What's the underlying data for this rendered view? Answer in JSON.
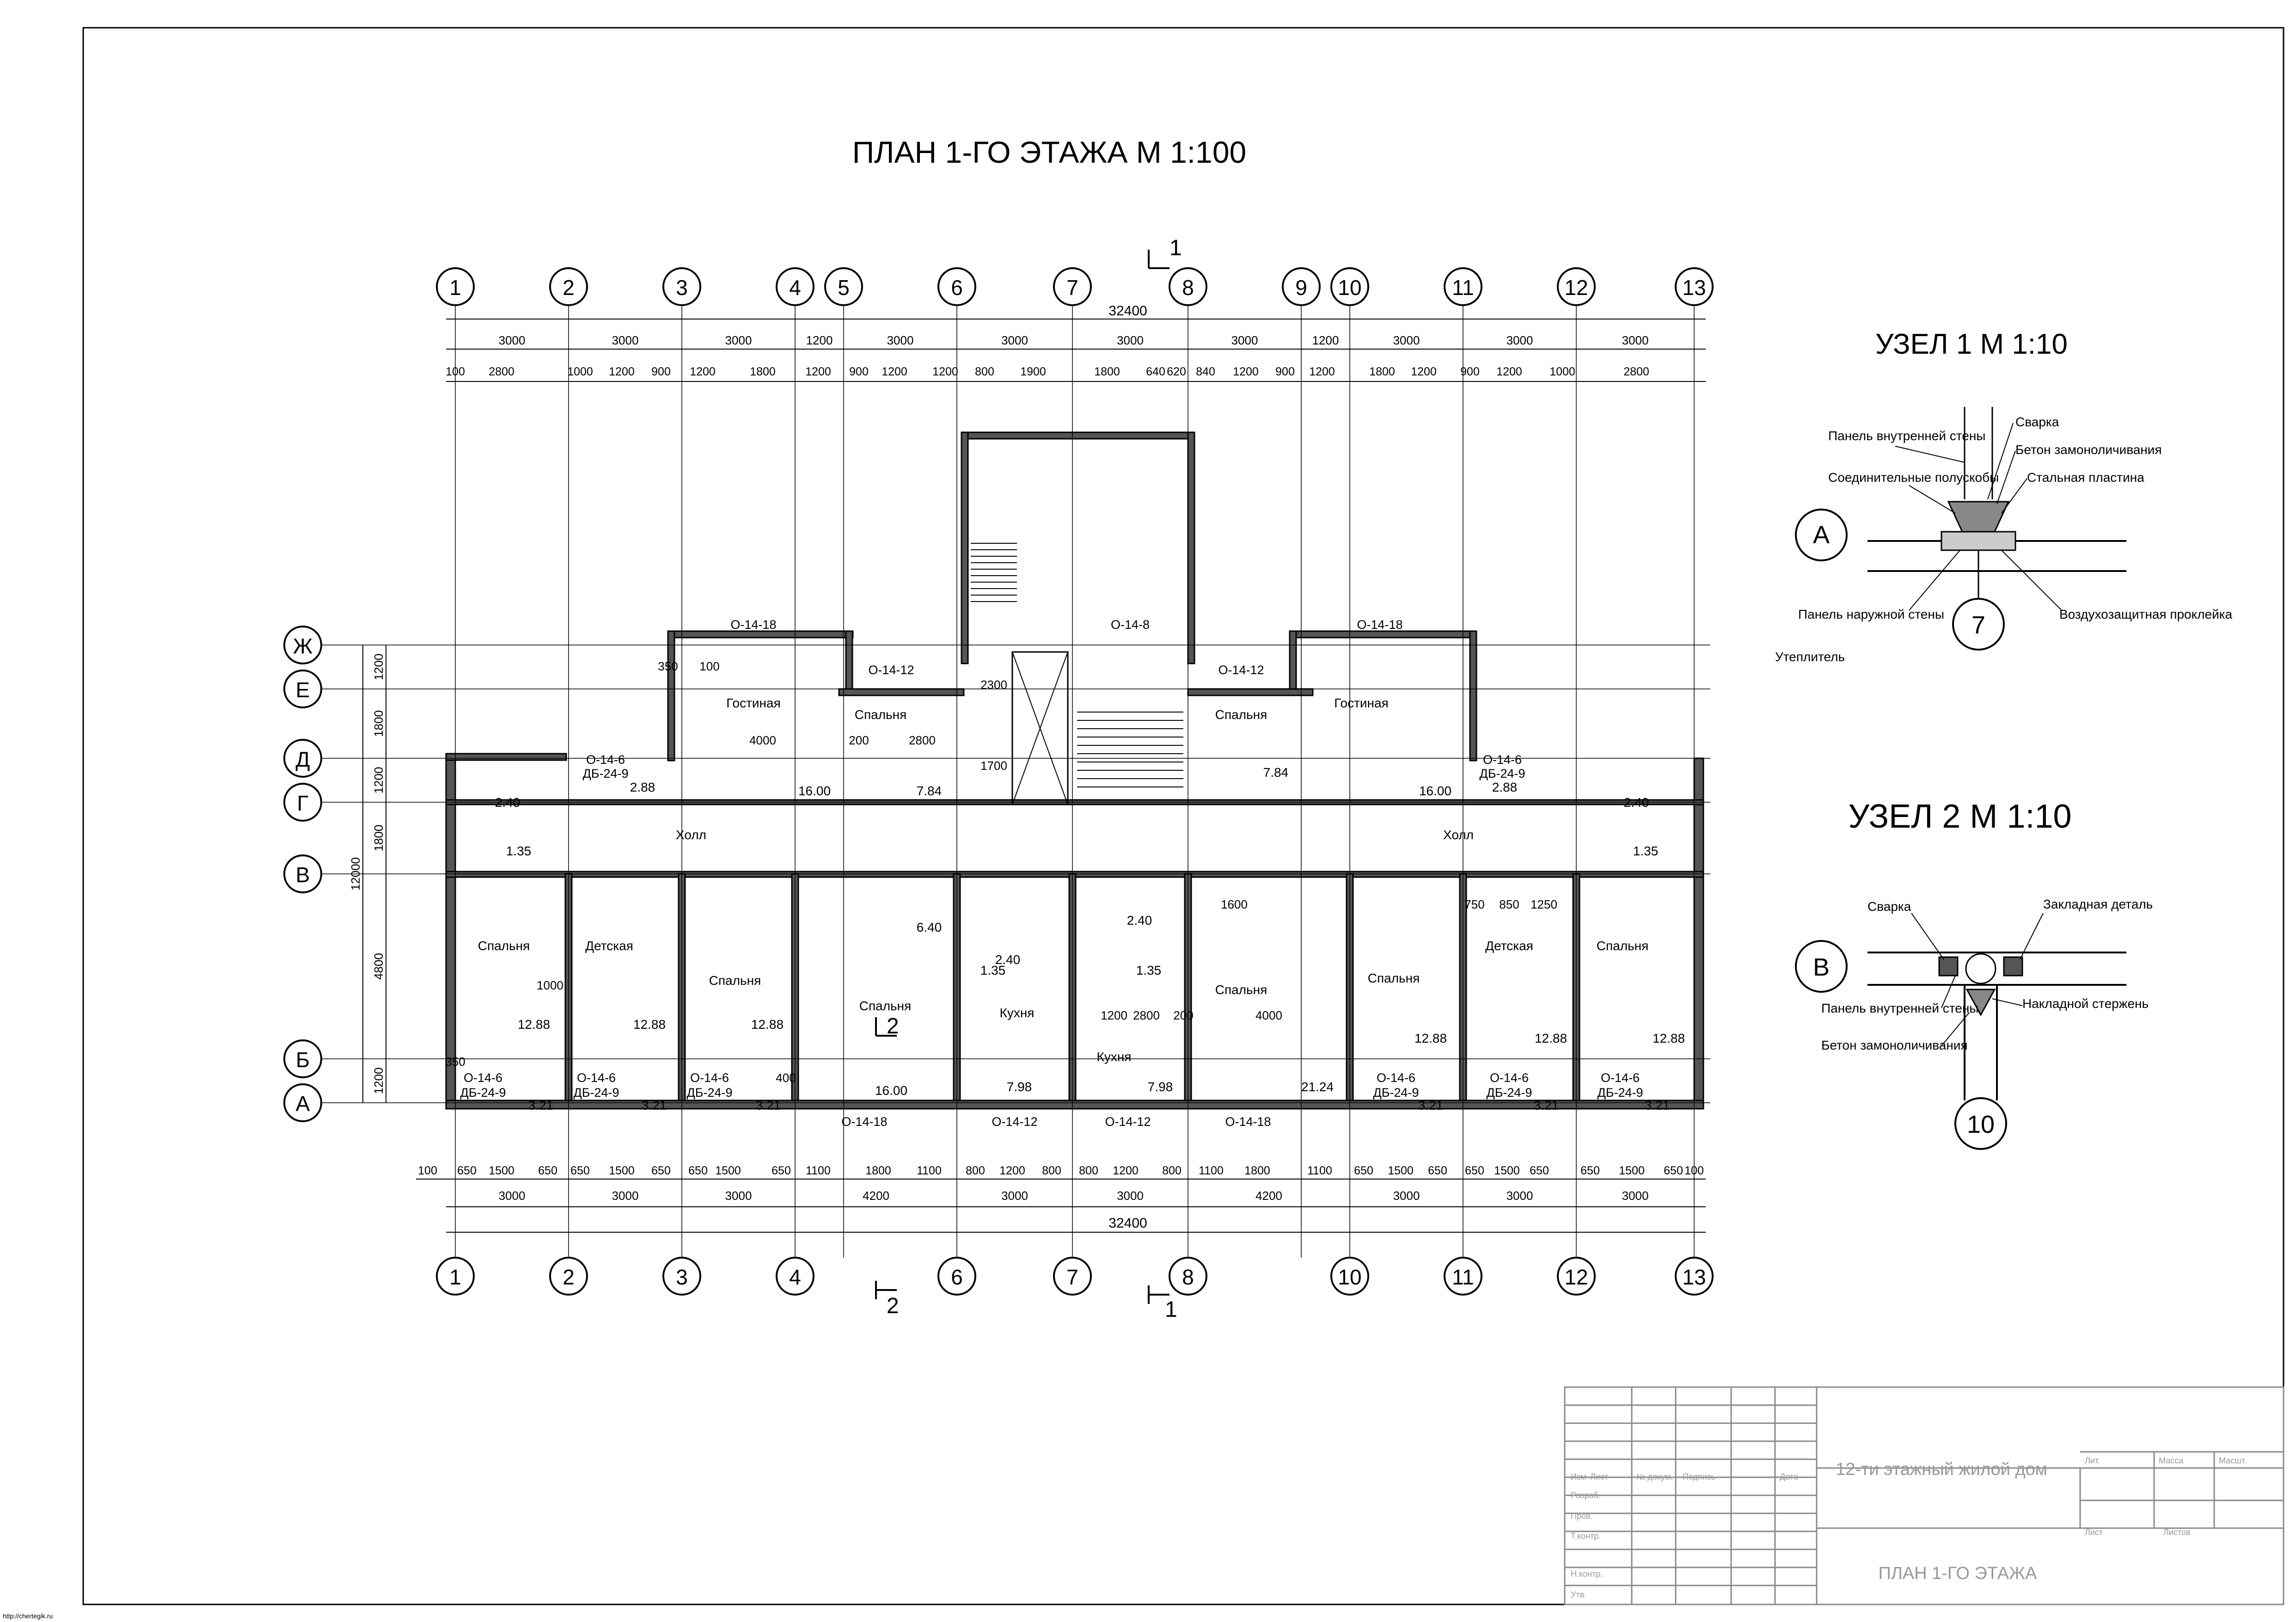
{
  "title": "ПЛАН 1-ГО ЭТАЖА  М 1:100",
  "axes_top": [
    "1",
    "2",
    "3",
    "4",
    "5",
    "6",
    "7",
    "8",
    "9",
    "10",
    "11",
    "12",
    "13"
  ],
  "axes_bottom": [
    "1",
    "2",
    "3",
    "4",
    "6",
    "7",
    "8",
    "10",
    "11",
    "12",
    "13"
  ],
  "axes_left": [
    "Ж",
    "Е",
    "Д",
    "Г",
    "В",
    "Б",
    "А"
  ],
  "section_1": "1",
  "section_2": "2",
  "dim_total": "32400",
  "dims_top_1": [
    "3000",
    "3000",
    "3000",
    "1200",
    "3000",
    "3000",
    "3000",
    "3000",
    "1200",
    "3000",
    "3000",
    "3000"
  ],
  "dims_top_2": [
    "100",
    "2800",
    "1000",
    "1200",
    "900",
    "1200",
    "1800",
    "1200",
    "900",
    "1200",
    "1200",
    "800",
    "1900",
    "1800",
    "640",
    "620",
    "840",
    "1200",
    "900",
    "1200",
    "1800",
    "1200",
    "900",
    "1200",
    "1000",
    "2800"
  ],
  "dims_bottom_1": [
    "100",
    "650",
    "1500",
    "650",
    "650",
    "1500",
    "650",
    "650",
    "1500",
    "650",
    "1100",
    "1800",
    "1100",
    "800",
    "1200",
    "800",
    "800",
    "1200",
    "800",
    "1100",
    "1800",
    "1100",
    "650",
    "1500",
    "650",
    "650",
    "1500",
    "650",
    "650",
    "1500",
    "650",
    "100"
  ],
  "dims_bottom_2": [
    "3000",
    "3000",
    "3000",
    "4200",
    "3000",
    "3000",
    "4200",
    "3000",
    "3000",
    "3000"
  ],
  "dims_left": [
    "1200",
    "1800",
    "1200",
    "1800",
    "4800",
    "1200"
  ],
  "dim_left_total": "12000",
  "rooms": {
    "living": "Гостиная",
    "bedroom": "Спальня",
    "kids": "Детская",
    "hall": "Холл",
    "kitchen": "Кухня"
  },
  "windows": {
    "o1418": "О-14-18",
    "o1412": "О-14-12",
    "o148": "О-14-8",
    "o146": "О-14-6",
    "db249": "ДБ-24-9"
  },
  "areas": [
    "2.88",
    "2.40",
    "1.35",
    "16.00",
    "7.84",
    "7.84",
    "16.00",
    "2.88",
    "2.40",
    "1.35",
    "6.40",
    "2.40",
    "1.35",
    "2.40",
    "1.35",
    "12.88",
    "12.88",
    "12.88",
    "12.88",
    "12.88",
    "12.88",
    "16.00",
    "7.98",
    "7.98",
    "21.24",
    "3.21",
    "3.21",
    "3.21",
    "3.21",
    "3.21",
    "3.21"
  ],
  "misc_dims": [
    "350",
    "100",
    "4000",
    "200",
    "2800",
    "2300",
    "1700",
    "1600",
    "750",
    "850",
    "1250",
    "1000",
    "400",
    "350",
    "1200",
    "2800",
    "200",
    "4000"
  ],
  "node1": {
    "title": "УЗЕЛ 1 М 1:10",
    "axis": "А",
    "num": "7",
    "labels": [
      "Сварка",
      "Панель внутренней стены",
      "Бетон замоноличивания",
      "Соединительные полускобы",
      "Стальная пластина",
      "Панель наружной стены",
      "Воздухозащитная проклейка",
      "Утеплитель"
    ]
  },
  "node2": {
    "title": "УЗЕЛ 2 М 1:10",
    "axis": "В",
    "num": "10",
    "labels": [
      "Сварка",
      "Закладная деталь",
      "Панель внутренней стены",
      "Накладной стержень",
      "Бетон замоноличивания"
    ]
  },
  "title_block": {
    "project": "12-ти этажный жилой дом",
    "sheet": "ПЛАН 1-ГО ЭТАЖА",
    "cols": [
      "Изм",
      "Лист",
      "№ докум.",
      "Подпись",
      "Дата"
    ],
    "rows": [
      "Разраб.",
      "Пров.",
      "Т.контр.",
      "Н.контр.",
      "Утв."
    ],
    "stage": [
      "Лит.",
      "Масса",
      "Масшт."
    ],
    "sheet_label": "Лист",
    "sheets_label": "Листов"
  },
  "footer_url": "http://chertegik.ru"
}
